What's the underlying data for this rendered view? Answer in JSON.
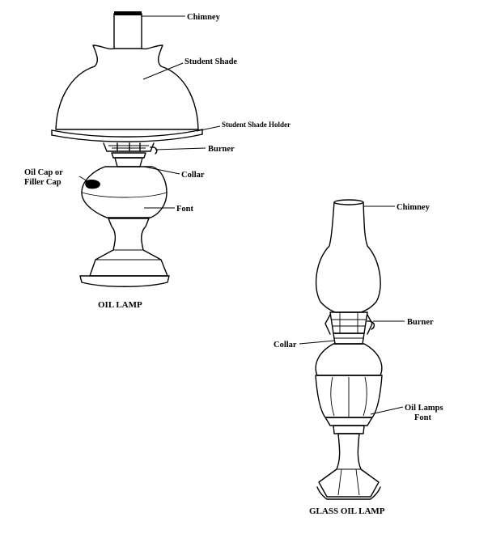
{
  "oil_lamp": {
    "caption": "OIL LAMP",
    "labels": {
      "chimney": "Chimney",
      "student_shade": "Student Shade",
      "student_shade_holder": "Student Shade Holder",
      "burner": "Burner",
      "collar": "Collar",
      "oil_cap_line1": "Oil Cap or",
      "oil_cap_line2": "Filler Cap",
      "font": "Font"
    }
  },
  "glass_oil_lamp": {
    "caption": "GLASS OIL LAMP",
    "labels": {
      "chimney": "Chimney",
      "burner": "Burner",
      "collar": "Collar",
      "font_line1": "Oil Lamps",
      "font_line2": "Font"
    }
  },
  "colors": {
    "ink": "#000000",
    "background": "#ffffff"
  }
}
